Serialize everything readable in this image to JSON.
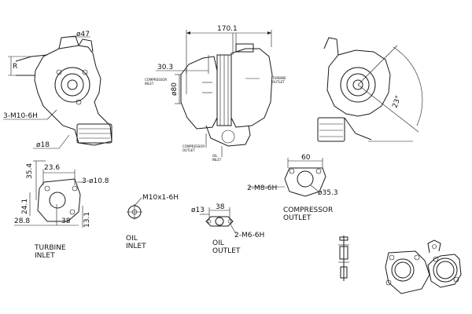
{
  "dimensions": {
    "top_left_diameter": "ø47",
    "top_left_bolt": "3-M10-6H",
    "top_left_small_dia": "ø18",
    "overall_length": "170.1",
    "offset": "30.3",
    "inlet_dia": "ø80",
    "angle": "23°",
    "flange_height": "35.4",
    "flange_width": "23.6",
    "flange_holes": "3-ø10.8",
    "flange_v_offset": "24.1",
    "flange_h_offset": "28.8",
    "flange_h2": "38",
    "flange_v2": "13.1",
    "oil_inlet_thread": "M10x1-6H",
    "oil_outlet_dia": "ø13",
    "oil_outlet_spacing": "38",
    "oil_outlet_bolts": "2-M6-6H",
    "compressor_bolts": "2-M8-6H",
    "compressor_width": "60",
    "compressor_dia": "ø35.3",
    "r_mark": "R"
  },
  "labels": {
    "turbine_inlet_1": "TURBINE",
    "turbine_inlet_2": "INLET",
    "oil_inlet_1": "OIL",
    "oil_inlet_2": "INLET",
    "oil_outlet_1": "OIL",
    "oil_outlet_2": "OUTLET",
    "compressor_outlet_1": "COMPRESSOR",
    "compressor_outlet_2": "OUTLET",
    "compressor_inlet_1": "COMPRESSOR",
    "compressor_inlet_2": "INLET",
    "turbine_outlet_1": "TURBINE",
    "turbine_outlet_2": "OUTLET",
    "compressor_outlet_small_1": "COMPRESSOR",
    "compressor_outlet_small_2": "OUTLET",
    "oil_inlet_small_1": "OIL",
    "oil_inlet_small_2": "INLET"
  }
}
